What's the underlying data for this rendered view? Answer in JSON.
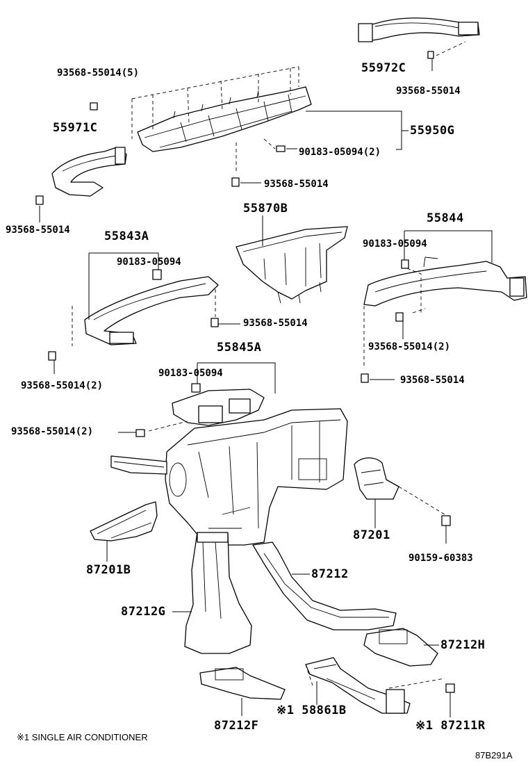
{
  "labels": {
    "p55972C": "55972C",
    "p93568_tr": "93568-55014",
    "p93568_5": "93568-55014(5)",
    "p55971C": "55971C",
    "p55950G": "55950G",
    "p90183_2": "90183-05094(2)",
    "p93568_mid": "93568-55014",
    "p93568_left": "93568-55014",
    "p55870B": "55870B",
    "p55844": "55844",
    "p55843A": "55843A",
    "p90183_a": "90183-05094",
    "p90183_b": "90183-05094",
    "p93568_c": "93568-55014",
    "p93568_d": "93568-55014(2)",
    "p93568_e": "93568-55014(2)",
    "p55845A": "55845A",
    "p90183_c": "90183-05094",
    "p93568_f": "93568-55014",
    "p93568_g": "93568-55014(2)",
    "p87201": "87201",
    "p87201B": "87201B",
    "p87212": "87212",
    "p90159": "90159-60383",
    "p87212G": "87212G",
    "p87212H": "87212H",
    "p58861B": "※1 58861B",
    "p87212F": "87212F",
    "p87211R": "※1 87211R"
  },
  "footnote": "※1 SINGLE AIR CONDITIONER",
  "diagram_code": "87B291A"
}
